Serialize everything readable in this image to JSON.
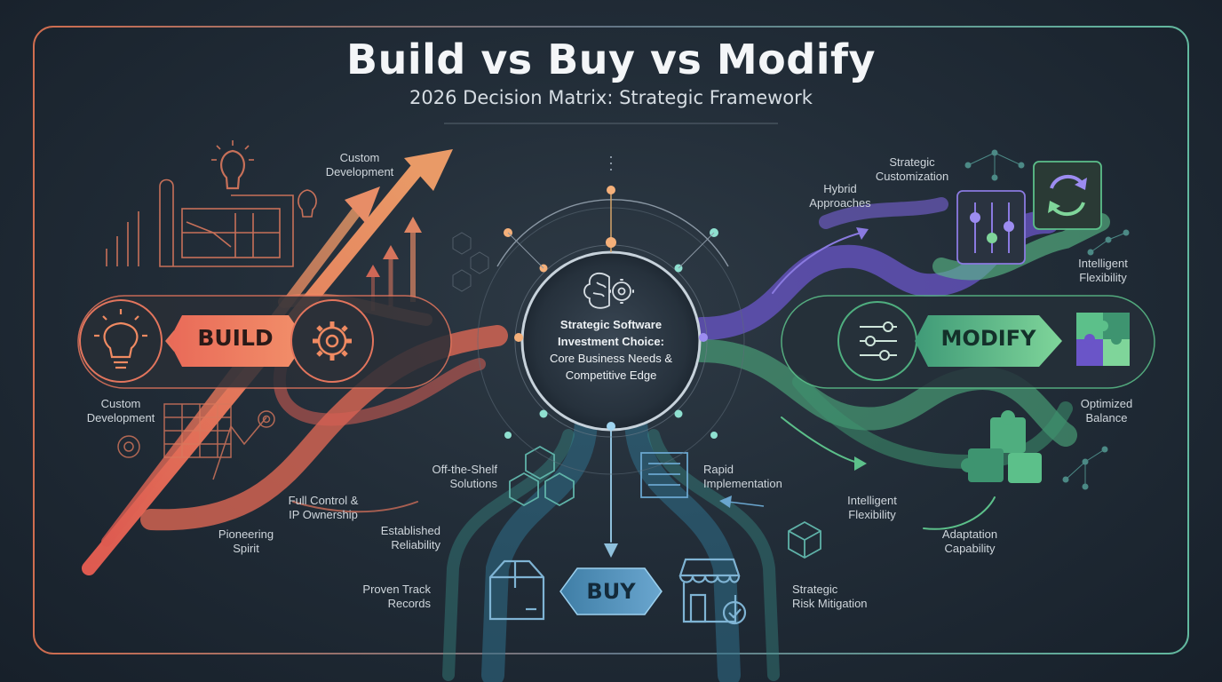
{
  "header": {
    "title": "Build vs Buy vs Modify",
    "subtitle": "2026 Decision Matrix: Strategic Framework"
  },
  "center": {
    "line1": "Strategic Software",
    "line2": "Investment Choice:",
    "line3": "Core Business Needs &",
    "line4": "Competitive Edge"
  },
  "build": {
    "label": "BUILD",
    "notes": {
      "custom_dev_top": [
        "Custom",
        "Development"
      ],
      "custom_dev_left": [
        "Custom",
        "Development"
      ],
      "full_control": [
        "Full Control &",
        "IP Ownership"
      ],
      "pioneering": [
        "Pioneering",
        "Spirit"
      ]
    },
    "color": "#f07a55"
  },
  "buy": {
    "label": "BUY",
    "notes": {
      "off_the_shelf": [
        "Off-the-Shelf",
        "Solutions"
      ],
      "established": [
        "Established",
        "Reliability"
      ],
      "proven": [
        "Proven Track",
        "Records"
      ],
      "rapid": [
        "Rapid",
        "Implementation"
      ],
      "risk": [
        "Strategic",
        "Risk Mitigation"
      ]
    },
    "color": "#4f8fb5"
  },
  "modify": {
    "label": "MODIFY",
    "notes": {
      "strategic_custom": [
        "Strategic",
        "Customization"
      ],
      "hybrid": [
        "Hybrid",
        "Approaches"
      ],
      "intelligent_top": [
        "Intelligent",
        "Flexibility"
      ],
      "optimized": [
        "Optimized",
        "Balance"
      ],
      "intelligent_bottom": [
        "Intelligent",
        "Flexibility"
      ],
      "adaptation": [
        "Adaptation",
        "Capability"
      ]
    },
    "color": "#5cc08a"
  }
}
